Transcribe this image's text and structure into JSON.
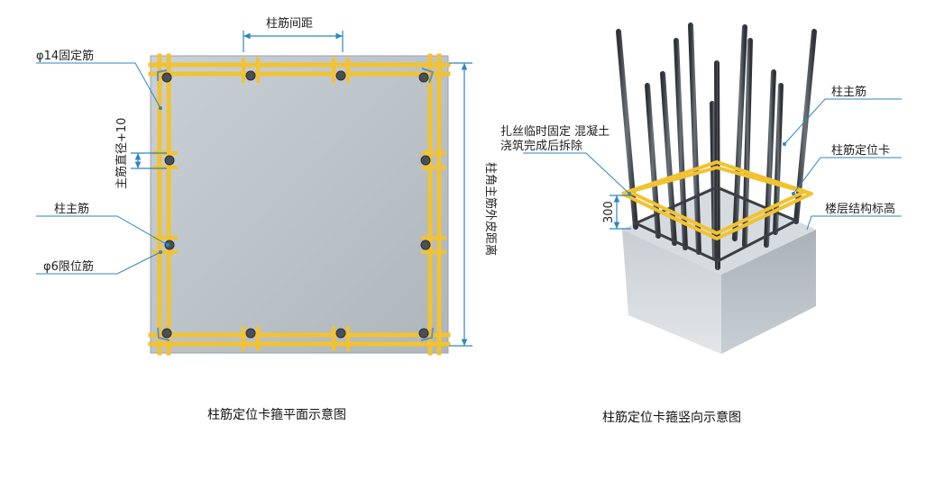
{
  "plan": {
    "caption": "柱筋定位卡箍平面示意图",
    "labels": {
      "spacing": "柱筋间距",
      "fixing_bar": "φ14固定筋",
      "offset": "主筋直径+10",
      "main_bar": "柱主筋",
      "limit_bar": "φ6限位筋",
      "outer_distance": "柱角主筋外皮距离"
    }
  },
  "elevation": {
    "caption": "柱筋定位卡箍竖向示意图",
    "labels": {
      "tie_note_line1": "扎丝临时固定 混凝土",
      "tie_note_line2": "浇筑完成后拆除",
      "main_bar": "柱主筋",
      "locator": "柱筋定位卡",
      "floor_level": "楼层结构标高",
      "height": "300"
    }
  },
  "colors": {
    "rebar_yellow": "#f2c230",
    "concrete": "#b4bcc3",
    "dim_blue": "#2e86c1",
    "steel": "#4a4f57"
  }
}
